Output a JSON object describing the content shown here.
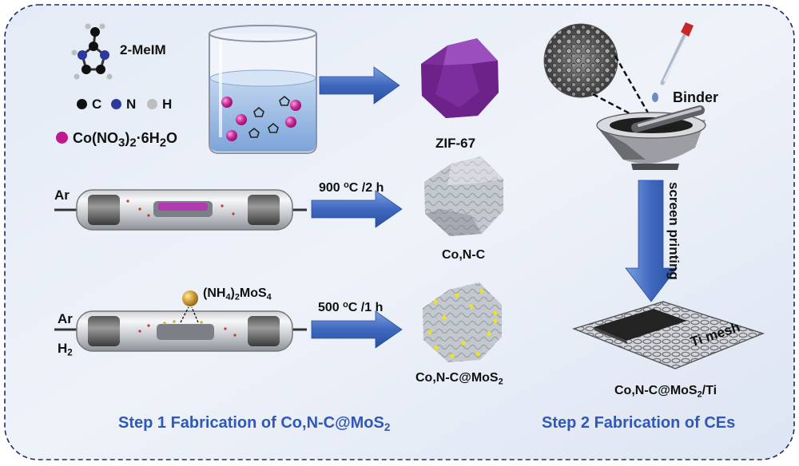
{
  "legend": {
    "ligand": "2-MeIM",
    "carbon": "C",
    "nitrogen": "N",
    "hydrogen": "H",
    "cobalt_salt": "Co(NO3)2·6H2O",
    "colors": {
      "carbon": "#111111",
      "nitrogen": "#2c3a9e",
      "hydrogen": "#bdbdbd",
      "cobalt": "#c2188f"
    }
  },
  "products": {
    "zif": "ZIF-67",
    "con_c": "Co,N-C",
    "con_c_mos2": "Co,N-C@MoS2",
    "final": "Co,N-C@MoS2/Ti"
  },
  "gases": {
    "argon_1": "Ar",
    "argon_2": "Ar",
    "hydrogen": "H2"
  },
  "conditions": {
    "pyrolysis": "900 oC /2 h",
    "sulfidation": "500 oC /1 h"
  },
  "precursor": "(NH4)2MoS4",
  "step2": {
    "binder": "Binder",
    "process": "screen printing",
    "substrate": "Ti mesh"
  },
  "captions": {
    "step1": "Step 1 Fabrication of Co,N-C@MoS2",
    "step2": "Step 2 Fabrication of CEs"
  }
}
